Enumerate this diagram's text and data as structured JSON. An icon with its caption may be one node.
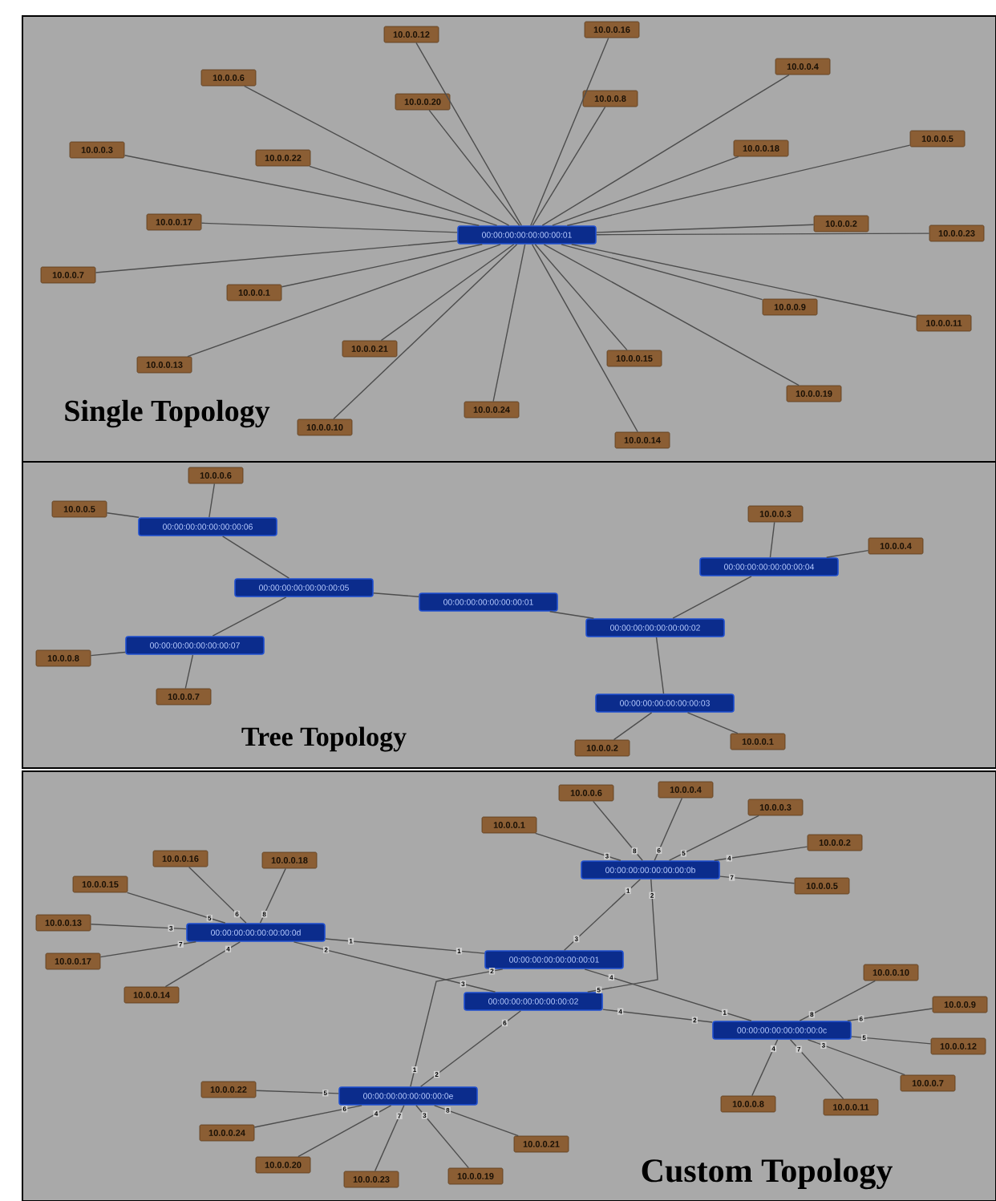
{
  "diagram": {
    "nodes": [
      {
        "text": [
          "Single Topology"
        ]
      },
      {
        "text": [
          "00:00:00:00:00:00:00:01"
        ],
        "in": 0
      },
      {
        "text": [
          "10.0.0.16"
        ],
        "in": 0
      },
      {
        "text": [
          "10.0.0.12"
        ],
        "in": 0
      },
      {
        "text": [
          "10.0.0.4"
        ],
        "in": 0
      },
      {
        "text": [
          "10.0.0.6"
        ],
        "in": 0
      },
      {
        "text": [
          "10.0.0.8"
        ],
        "in": 0
      },
      {
        "text": [
          "10.0.0.20"
        ],
        "in": 0
      },
      {
        "text": [
          "10.0.0.5"
        ],
        "in": 0
      },
      {
        "text": [
          "10.0.0.18"
        ],
        "in": 0
      },
      {
        "text": [
          "10.0.0.3"
        ],
        "in": 0
      },
      {
        "text": [
          "10.0.0.22"
        ],
        "in": 0
      },
      {
        "text": [
          "10.0.0.17"
        ],
        "in": 0
      },
      {
        "text": [
          "10.0.0.2"
        ],
        "in": 0
      },
      {
        "text": [
          "10.0.0.23"
        ],
        "in": 0
      },
      {
        "text": [
          "10.0.0.7"
        ],
        "in": 0
      },
      {
        "text": [
          "10.0.0.1"
        ],
        "in": 0
      },
      {
        "text": [
          "10.0.0.9"
        ],
        "in": 0
      },
      {
        "text": [
          "10.0.0.11"
        ],
        "in": 0
      },
      {
        "text": [
          "10.0.0.21"
        ],
        "in": 0
      },
      {
        "text": [
          "10.0.0.15"
        ],
        "in": 0
      },
      {
        "text": [
          "10.0.0.13"
        ],
        "in": 0
      },
      {
        "text": [
          "10.0.0.19"
        ],
        "in": 0
      },
      {
        "text": [
          "10.0.0.24"
        ],
        "in": 0
      },
      {
        "text": [
          "10.0.0.10"
        ],
        "in": 0
      },
      {
        "text": [
          "10.0.0.14"
        ],
        "in": 0
      },
      {
        "text": [
          "Tree Topology"
        ]
      },
      {
        "text": [
          "10.0.0.6"
        ],
        "in": 26
      },
      {
        "text": [
          "10.0.0.5"
        ],
        "in": 26
      },
      {
        "text": [
          "10.0.0.3"
        ],
        "in": 26
      },
      {
        "text": [
          "00:00:00:00:00:00:00:06"
        ],
        "in": 26
      },
      {
        "text": [
          "10.0.0.4"
        ],
        "in": 26
      },
      {
        "text": [
          "00:00:00:00:00:00:00:04"
        ],
        "in": 26
      },
      {
        "text": [
          "00:00:00:00:00:00:00:05"
        ],
        "in": 26
      },
      {
        "text": [
          "00:00:00:00:00:00:00:01"
        ],
        "in": 26
      },
      {
        "text": [
          "00:00:00:00:00:00:00:02"
        ],
        "in": 26
      },
      {
        "text": [
          "00:00:00:00:00:00:00:07"
        ],
        "in": 26
      },
      {
        "text": [
          "10.0.0.8"
        ],
        "in": 26
      },
      {
        "text": [
          "10.0.0.7"
        ],
        "in": 26
      },
      {
        "text": [
          "00:00:00:00:00:00:00:03"
        ],
        "in": 26
      },
      {
        "text": [
          "10.0.0.1"
        ],
        "in": 26
      },
      {
        "text": [
          "10.0.0.2"
        ],
        "in": 26
      },
      {
        "text": [
          "Custom Topology"
        ]
      },
      {
        "text": [
          "10.0.0.4"
        ],
        "in": 42
      },
      {
        "text": [
          "10.0.0.6"
        ],
        "in": 42
      },
      {
        "text": [
          "10.0.0.3"
        ],
        "in": 42
      },
      {
        "text": [
          "10.0.0.1"
        ],
        "in": 42
      },
      {
        "text": [
          "10.0.0.2"
        ],
        "in": 42
      },
      {
        "text": [
          "10.0.0.16"
        ],
        "in": 42
      },
      {
        "text": [
          "10.0.0.18"
        ],
        "in": 42
      },
      {
        "text": [
          "00:00:00:00:00:00:00:0b"
        ],
        "in": 42
      },
      {
        "text": [
          "10.0.0.15"
        ],
        "in": 42
      },
      {
        "text": [
          "10.0.0.5"
        ],
        "in": 42
      },
      {
        "text": [
          "10.0.0.13"
        ],
        "in": 42
      },
      {
        "text": [
          "00:00:00:00:00:00:00:0d"
        ],
        "in": 42
      },
      {
        "text": [
          "00:00:00:00:00:00:00:01"
        ],
        "in": 42
      },
      {
        "text": [
          "10.0.0.17"
        ],
        "in": 42
      },
      {
        "text": [
          "10.0.0.10"
        ],
        "in": 42
      },
      {
        "text": [
          "10.0.0.14"
        ],
        "in": 42
      },
      {
        "text": [
          "00:00:00:00:00:00:00:02"
        ],
        "in": 42
      },
      {
        "text": [
          "10.0.0.9"
        ],
        "in": 42
      },
      {
        "text": [
          "00:00:00:00:00:00:00:0c"
        ],
        "in": 42
      },
      {
        "text": [
          "10.0.0.12"
        ],
        "in": 42
      },
      {
        "text": [
          "10.0.0.7"
        ],
        "in": 42
      },
      {
        "text": [
          "10.0.0.22"
        ],
        "in": 42
      },
      {
        "text": [
          "00:00:00:00:00:00:00:0e"
        ],
        "in": 42
      },
      {
        "text": [
          "10.0.0.8"
        ],
        "in": 42
      },
      {
        "text": [
          "10.0.0.11"
        ],
        "in": 42
      },
      {
        "text": [
          "10.0.0.24"
        ],
        "in": 42
      },
      {
        "text": [
          "10.0.0.21"
        ],
        "in": 42
      },
      {
        "text": [
          "10.0.0.20"
        ],
        "in": 42
      },
      {
        "text": [
          "10.0.0.19"
        ],
        "in": 42
      },
      {
        "text": [
          "10.0.0.23"
        ],
        "in": 42
      }
    ],
    "edges": [
      {
        "from": 1,
        "to": 2,
        "arrow": "none"
      },
      {
        "from": 1,
        "to": 3,
        "arrow": "none"
      },
      {
        "from": 1,
        "to": 4,
        "arrow": "none"
      },
      {
        "from": 1,
        "to": 5,
        "arrow": "none"
      },
      {
        "from": 1,
        "to": 6,
        "arrow": "none"
      },
      {
        "from": 1,
        "to": 7,
        "arrow": "none"
      },
      {
        "from": 1,
        "to": 8,
        "arrow": "none"
      },
      {
        "from": 1,
        "to": 9,
        "arrow": "none"
      },
      {
        "from": 1,
        "to": 10,
        "arrow": "none"
      },
      {
        "from": 1,
        "to": 11,
        "arrow": "none"
      },
      {
        "from": 1,
        "to": 12,
        "arrow": "none"
      },
      {
        "from": 1,
        "to": 13,
        "arrow": "none"
      },
      {
        "from": 1,
        "to": 14,
        "arrow": "none"
      },
      {
        "from": 1,
        "to": 15,
        "arrow": "none"
      },
      {
        "from": 1,
        "to": 16,
        "arrow": "none"
      },
      {
        "from": 1,
        "to": 17,
        "arrow": "none"
      },
      {
        "from": 1,
        "to": 18,
        "arrow": "none"
      },
      {
        "from": 1,
        "to": 19,
        "arrow": "none"
      },
      {
        "from": 1,
        "to": 20,
        "arrow": "none"
      },
      {
        "from": 1,
        "to": 21,
        "arrow": "none"
      },
      {
        "from": 1,
        "to": 22,
        "arrow": "none"
      },
      {
        "from": 1,
        "to": 23,
        "arrow": "none"
      },
      {
        "from": 1,
        "to": 24,
        "arrow": "none"
      },
      {
        "from": 1,
        "to": 25,
        "arrow": "none"
      },
      {
        "from": 34,
        "to": 33,
        "arrow": "none"
      },
      {
        "from": 34,
        "to": 35,
        "arrow": "none"
      },
      {
        "from": 33,
        "to": 30,
        "arrow": "none"
      },
      {
        "from": 33,
        "to": 36,
        "arrow": "none"
      },
      {
        "from": 35,
        "to": 32,
        "arrow": "none"
      },
      {
        "from": 35,
        "to": 39,
        "arrow": "none"
      },
      {
        "from": 30,
        "to": 28,
        "arrow": "none"
      },
      {
        "from": 30,
        "to": 27,
        "arrow": "none"
      },
      {
        "from": 32,
        "to": 29,
        "arrow": "none"
      },
      {
        "from": 32,
        "to": 31,
        "arrow": "none"
      },
      {
        "from": 36,
        "to": 37,
        "arrow": "none"
      },
      {
        "from": 36,
        "to": 38,
        "arrow": "none"
      },
      {
        "from": 39,
        "to": 41,
        "arrow": "none"
      },
      {
        "from": 39,
        "to": 40,
        "arrow": "none"
      },
      {
        "from": 54,
        "to": 55,
        "arrow": "none",
        "label": "1"
      },
      {
        "from": 54,
        "to": 59,
        "arrow": "none",
        "label": "2"
      },
      {
        "from": 50,
        "to": 55,
        "arrow": "none",
        "label": "1"
      },
      {
        "from": 50,
        "to": 59,
        "arrow": "none",
        "label": "2"
      },
      {
        "from": 65,
        "to": 55,
        "arrow": "none",
        "label": "1"
      },
      {
        "from": 65,
        "to": 59,
        "arrow": "none",
        "label": "2"
      },
      {
        "from": 55,
        "to": 61,
        "arrow": "none",
        "label": "4"
      },
      {
        "from": 59,
        "to": 61,
        "arrow": "none",
        "label": "4"
      },
      {
        "from": 50,
        "to": 46,
        "arrow": "none",
        "label": "3"
      },
      {
        "from": 50,
        "to": 44,
        "arrow": "none",
        "label": "8"
      },
      {
        "from": 50,
        "to": 43,
        "arrow": "none",
        "label": "6"
      },
      {
        "from": 50,
        "to": 45,
        "arrow": "none",
        "label": "5"
      },
      {
        "from": 50,
        "to": 47,
        "arrow": "none",
        "label": "4"
      },
      {
        "from": 50,
        "to": 52,
        "arrow": "none",
        "label": "7"
      },
      {
        "from": 54,
        "to": 51,
        "arrow": "none",
        "label": "5"
      },
      {
        "from": 54,
        "to": 48,
        "arrow": "none",
        "label": "6"
      },
      {
        "from": 54,
        "to": 49,
        "arrow": "none",
        "label": "8"
      },
      {
        "from": 54,
        "to": 53,
        "arrow": "none",
        "label": "3"
      },
      {
        "from": 54,
        "to": 56,
        "arrow": "none",
        "label": "7"
      },
      {
        "from": 54,
        "to": 58,
        "arrow": "none",
        "label": "4"
      },
      {
        "from": 65,
        "to": 64,
        "arrow": "none",
        "label": "5"
      },
      {
        "from": 65,
        "to": 68,
        "arrow": "none",
        "label": "6"
      },
      {
        "from": 65,
        "to": 70,
        "arrow": "none",
        "label": "4"
      },
      {
        "from": 65,
        "to": 72,
        "arrow": "none",
        "label": "7"
      },
      {
        "from": 65,
        "to": 71,
        "arrow": "none",
        "label": "3"
      },
      {
        "from": 65,
        "to": 69,
        "arrow": "none",
        "label": "8"
      },
      {
        "from": 61,
        "to": 57,
        "arrow": "none",
        "label": "8"
      },
      {
        "from": 61,
        "to": 60,
        "arrow": "none",
        "label": "6"
      },
      {
        "from": 61,
        "to": 62,
        "arrow": "none",
        "label": "5"
      },
      {
        "from": 61,
        "to": 63,
        "arrow": "none",
        "label": "3"
      },
      {
        "from": 61,
        "to": 66,
        "arrow": "none",
        "label": "4"
      },
      {
        "from": 61,
        "to": 67,
        "arrow": "none",
        "label": "7"
      }
    ],
    "labels": [
      "1",
      "3",
      "3",
      "5",
      "2",
      "6",
      "1",
      "2"
    ]
  }
}
